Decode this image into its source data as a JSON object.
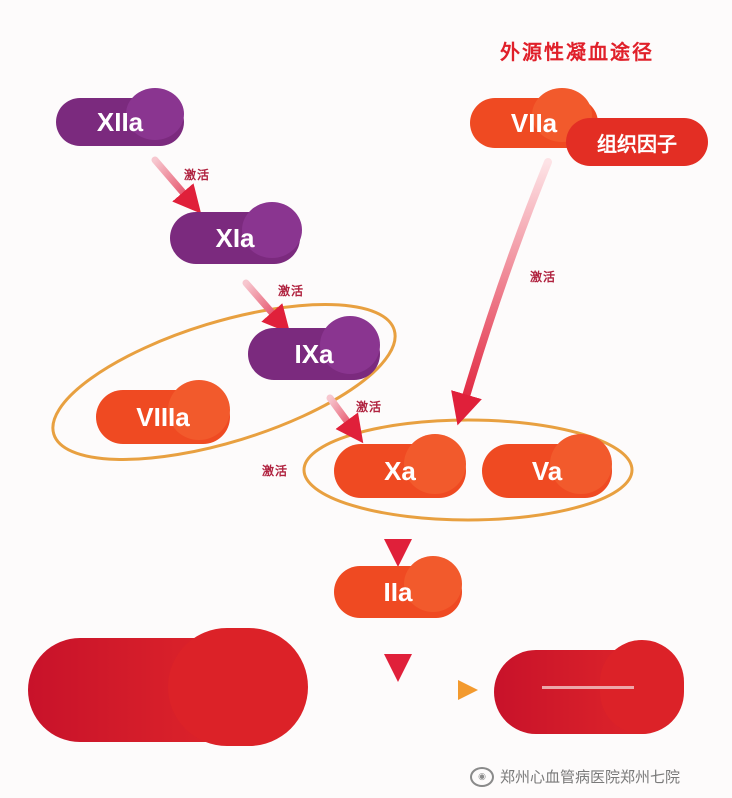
{
  "title": "外源性凝血途径",
  "nodes": {
    "xiia": "XIIa",
    "xia": "XIa",
    "ixa": "IXa",
    "viiia": "VIIIa",
    "viia": "VIIa",
    "tissue_factor": "组织因子",
    "xa": "Xa",
    "va": "Va",
    "iia": "IIa"
  },
  "arrow_labels": {
    "xiia_to_xia": "激活",
    "xia_to_ixa": "激活",
    "ixa_to_xa": "激活",
    "viiia_to_xa": "激活",
    "viia_to_xa": "激活"
  },
  "watermark": "郑州心血管病医院郑州七院",
  "colors": {
    "purple": "#7b2a7e",
    "orange": "#ef4a22",
    "red": "#d8202a",
    "ring": "#e8a040"
  }
}
